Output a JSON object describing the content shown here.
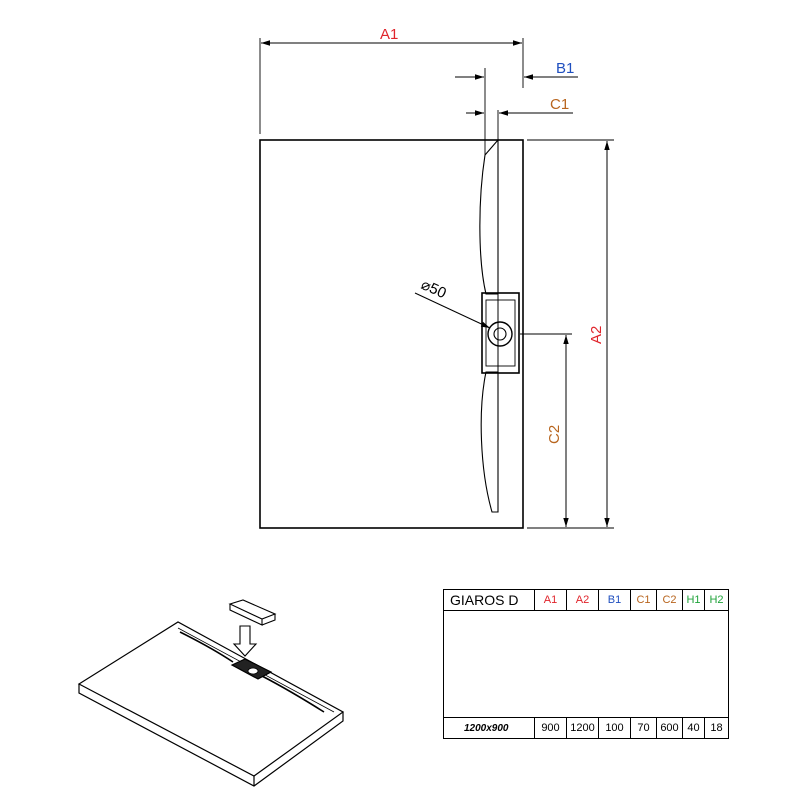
{
  "diagram": {
    "labels": {
      "a1": "A1",
      "a2": "A2",
      "b1": "B1",
      "c1": "C1",
      "c2": "C2",
      "diameter": "⌀50"
    },
    "colors": {
      "a": "#e0242b",
      "b": "#1f4fbf",
      "c": "#b8651e",
      "h": "#1fa33a",
      "line": "#000000"
    }
  },
  "table": {
    "title": "GIAROS D",
    "headers": [
      "A1",
      "A2",
      "B1",
      "C1",
      "C2",
      "H1",
      "H2"
    ],
    "header_colors": [
      "#e0242b",
      "#e0242b",
      "#1f4fbf",
      "#b8651e",
      "#b8651e",
      "#1fa33a",
      "#1fa33a"
    ],
    "rows": [
      {
        "model": "1200x900",
        "values": [
          "900",
          "1200",
          "100",
          "70",
          "600",
          "40",
          "18"
        ]
      }
    ]
  }
}
